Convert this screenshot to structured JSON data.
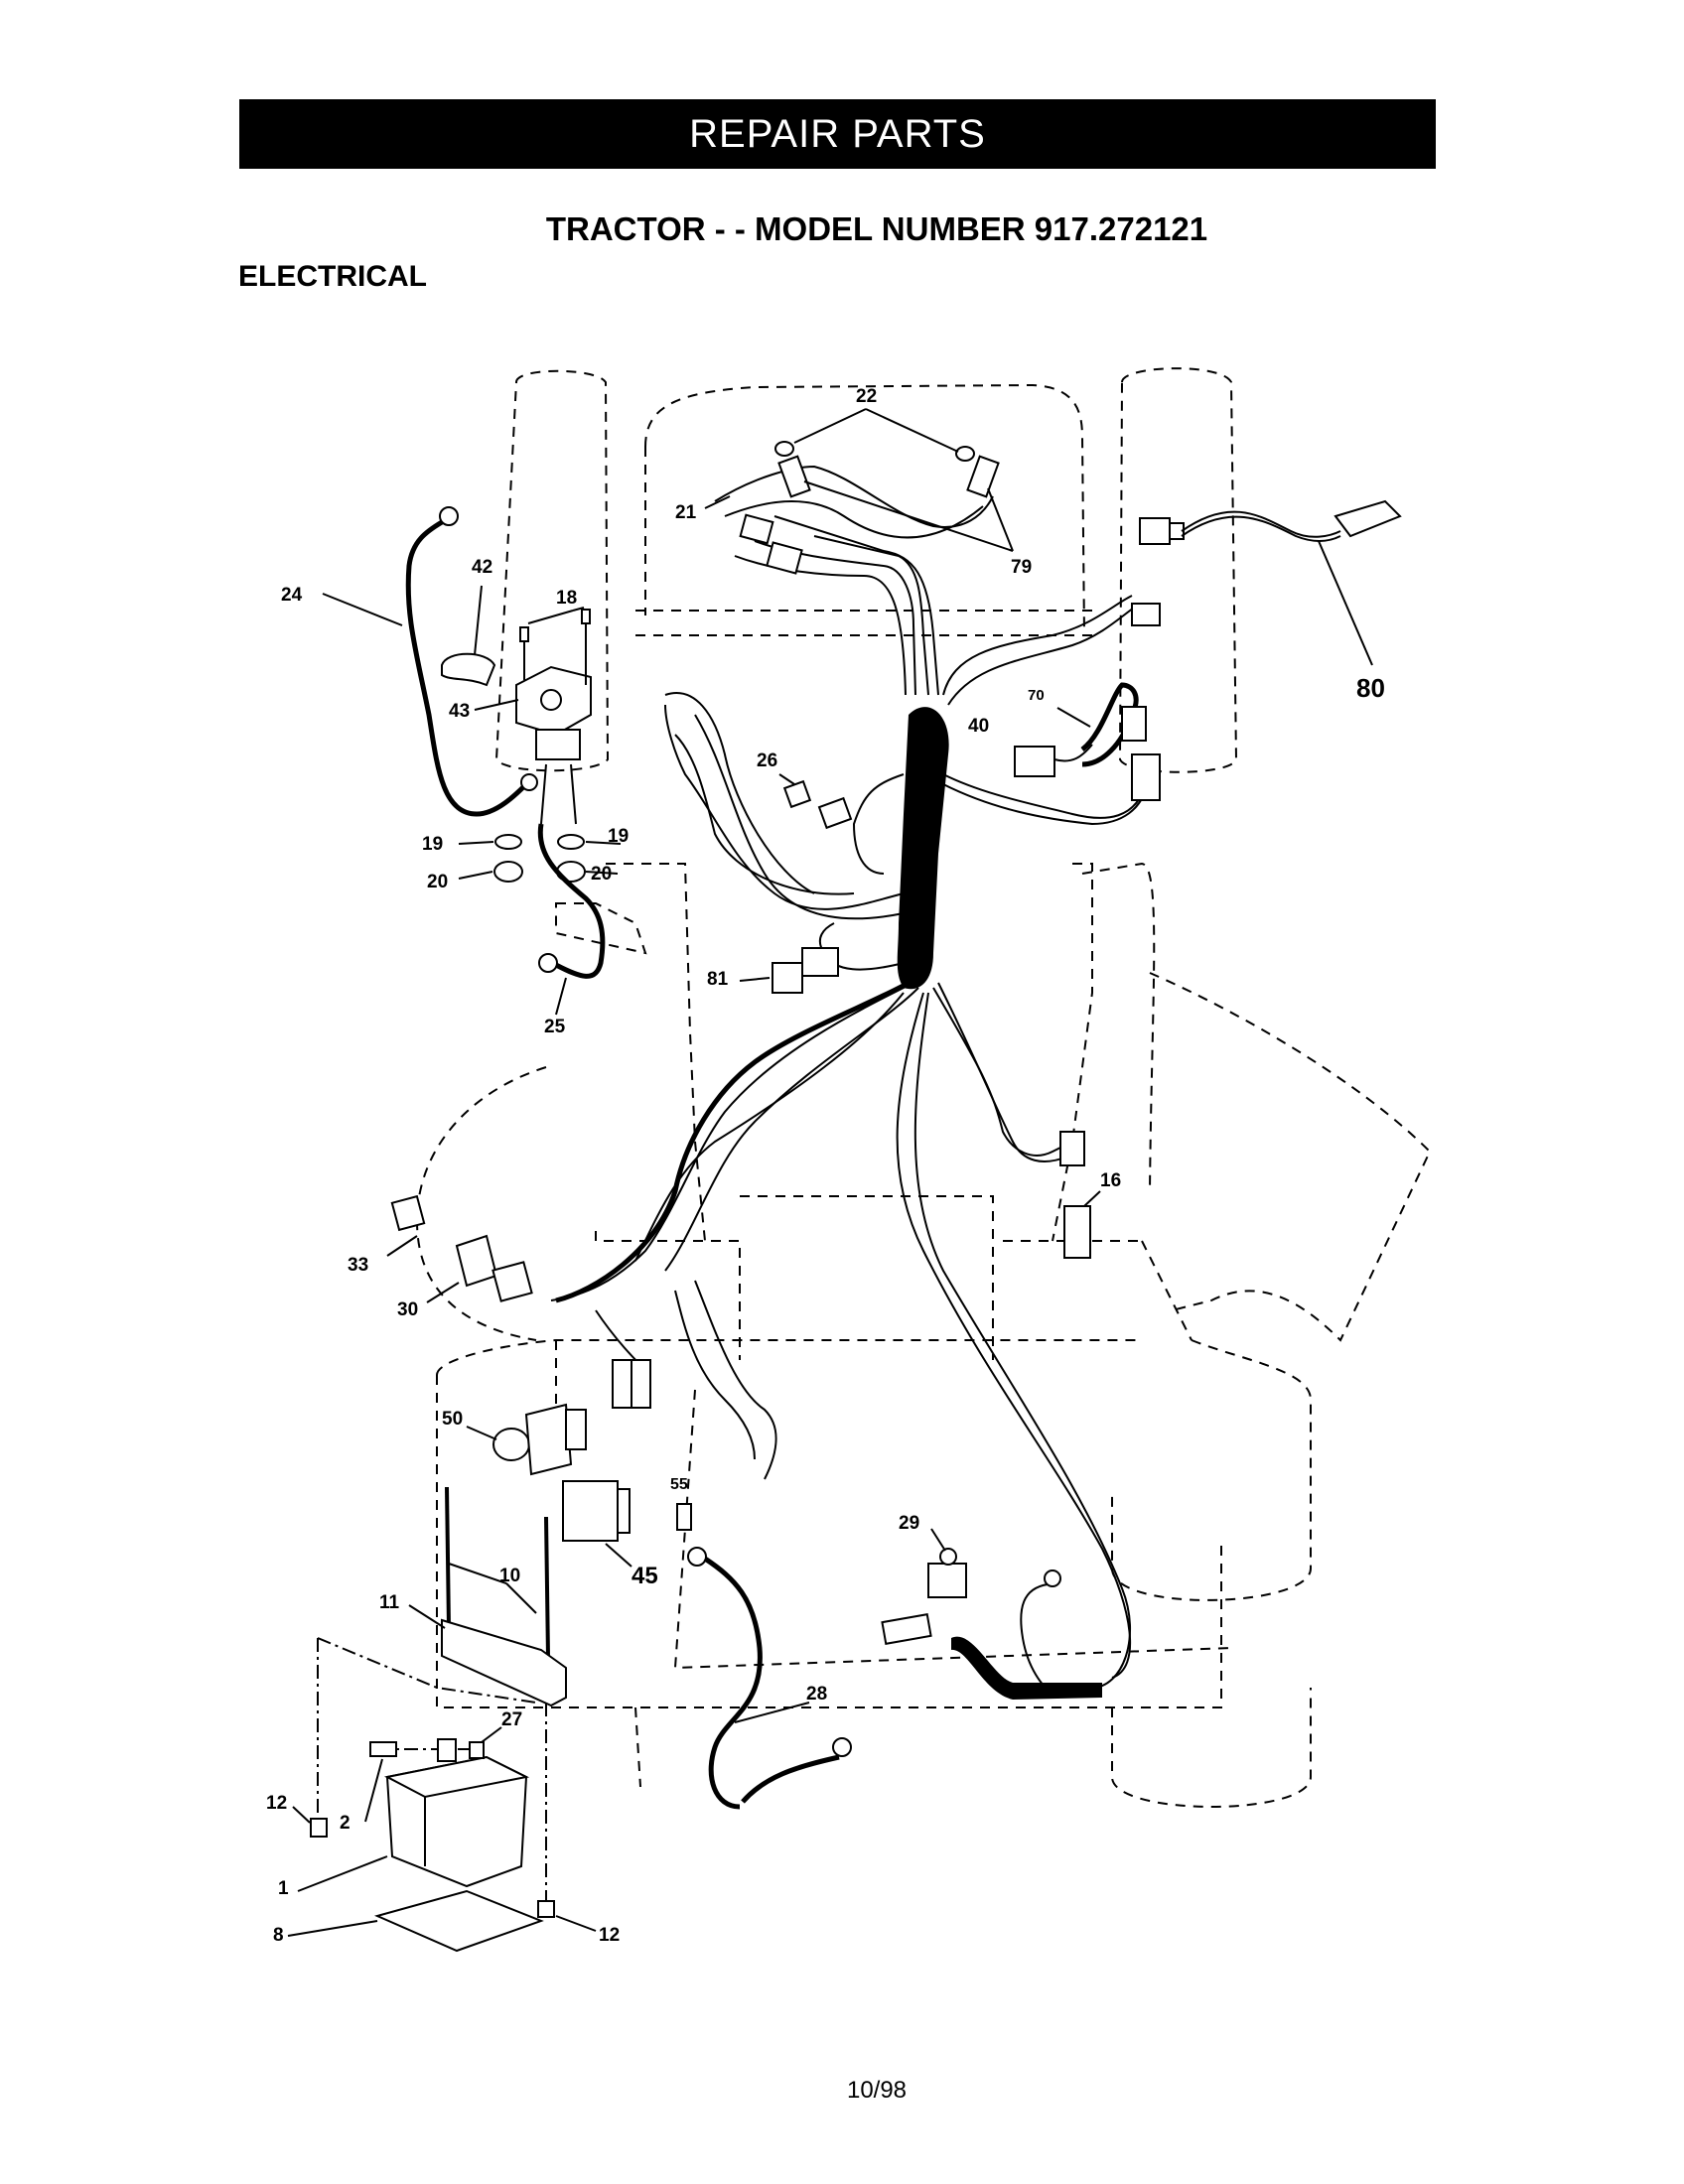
{
  "header": {
    "banner": "REPAIR PARTS"
  },
  "title": "TRACTOR - - MODEL NUMBER 917.272121",
  "section": "ELECTRICAL",
  "footer": {
    "date": "10/98"
  },
  "callouts": {
    "p22": "22",
    "p21": "21",
    "p79": "79",
    "p80": "80",
    "p24": "24",
    "p42": "42",
    "p18": "18",
    "p43": "43",
    "p70": "70",
    "p40": "40",
    "p26": "26",
    "p19a": "19",
    "p19b": "19",
    "p20a": "20",
    "p20b": "20",
    "p81": "81",
    "p25": "25",
    "p16": "16",
    "p33": "33",
    "p30": "30",
    "p50": "50",
    "p55": "55",
    "p10": "10",
    "p45": "45",
    "p29": "29",
    "p11": "11",
    "p28": "28",
    "p27": "27",
    "p12a": "12",
    "p2": "2",
    "p1": "1",
    "p8": "8",
    "p12b": "12"
  }
}
